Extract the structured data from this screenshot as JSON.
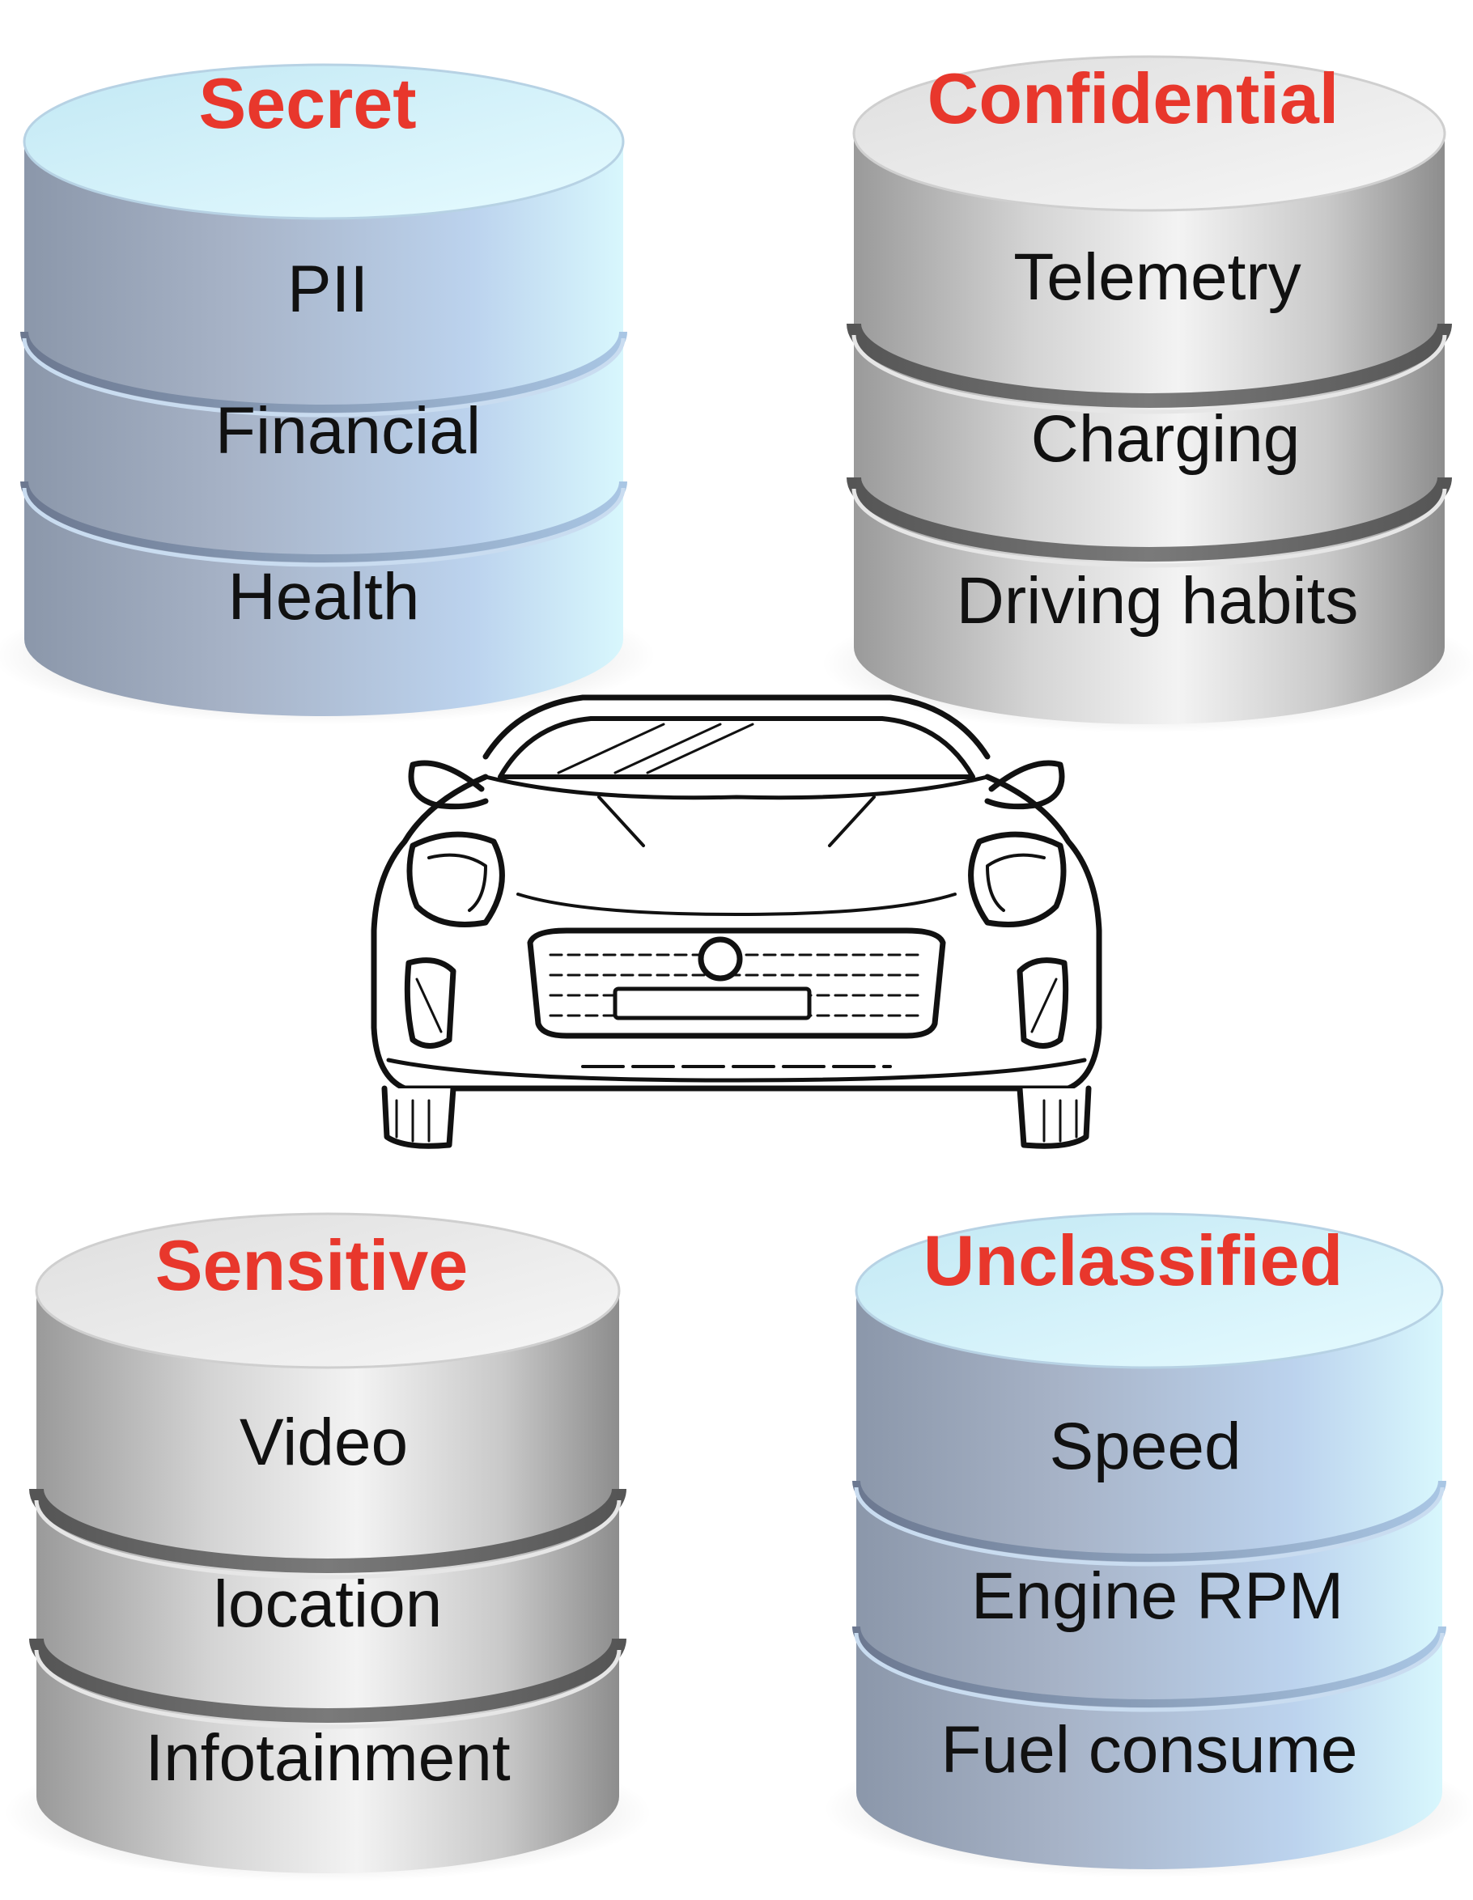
{
  "databases": [
    {
      "id": "secret",
      "title": "Secret",
      "theme": "blue",
      "items": [
        {
          "text": "PII"
        },
        {
          "text": "Financial"
        },
        {
          "text": "Health"
        }
      ]
    },
    {
      "id": "confidential",
      "title": "Confidential",
      "theme": "gray",
      "items": [
        {
          "text": "Telemetry"
        },
        {
          "text": "Charging"
        },
        {
          "text": "Driving habits"
        }
      ]
    },
    {
      "id": "sensitive",
      "title": "Sensitive",
      "theme": "gray",
      "items": [
        {
          "text": "Video"
        },
        {
          "text": "location"
        },
        {
          "text": "Infotainment"
        }
      ]
    },
    {
      "id": "unclassified",
      "title": "Unclassified",
      "theme": "blue",
      "items": [
        {
          "text": "Speed"
        },
        {
          "text": "Engine RPM"
        },
        {
          "text": "Fuel consume"
        }
      ]
    }
  ],
  "colors": {
    "title": "#e8372c",
    "item_text": "#111111",
    "car_stroke": "#111111",
    "blue_dark": "#8e9aad",
    "blue_light": "#d6f6fc",
    "gray_dark": "#8f8f8f",
    "gray_light": "#f2f2f2"
  },
  "icons": {
    "center": "sports-car-front-icon",
    "database": "database-cylinder-icon"
  }
}
